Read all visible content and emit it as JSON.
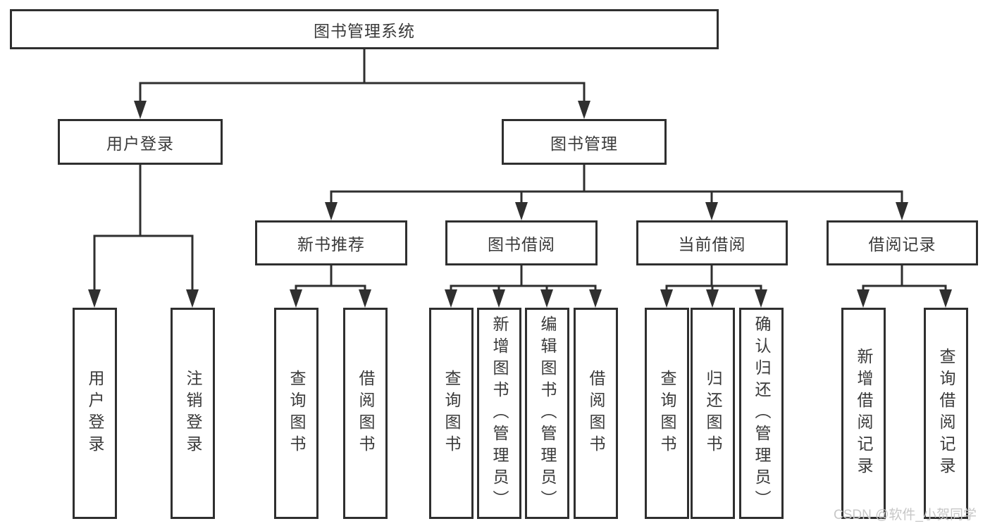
{
  "diagram": {
    "root": {
      "label": "图书管理系统"
    },
    "level2": {
      "user_login": {
        "label": "用户登录"
      },
      "book_management": {
        "label": "图书管理"
      }
    },
    "level3": {
      "new_book_recommend": {
        "label": "新书推荐"
      },
      "book_borrow": {
        "label": "图书借阅"
      },
      "current_borrow": {
        "label": "当前借阅"
      },
      "borrow_records": {
        "label": "借阅记录"
      }
    },
    "leaves": {
      "user_login": {
        "label": "用户登录"
      },
      "logout": {
        "label": "注销登录"
      },
      "recommend_query_books": {
        "label": "查询图书"
      },
      "recommend_borrow_books": {
        "label": "借阅图书"
      },
      "borrow_query_books": {
        "label": "查询图书"
      },
      "borrow_add_books": {
        "label": "新增图书（管理员）"
      },
      "borrow_edit_books": {
        "label": "编辑图书（管理员）"
      },
      "borrow_borrow_books": {
        "label": "借阅图书"
      },
      "current_query_books": {
        "label": "查询图书"
      },
      "current_return_books": {
        "label": "归还图书"
      },
      "current_confirm_return": {
        "label": "确认归还（管理员）"
      },
      "records_add_record": {
        "label": "新增借阅记录"
      },
      "records_query_record": {
        "label": "查询借阅记录"
      }
    }
  },
  "watermark": {
    "text": "CSDN @软件_小贺同学"
  },
  "colors": {
    "line": "#2f2f2f",
    "box_border": "#2f2f2f",
    "text": "#3a3a3a",
    "watermark_text": "#c7c7c7",
    "background": "#ffffff"
  }
}
